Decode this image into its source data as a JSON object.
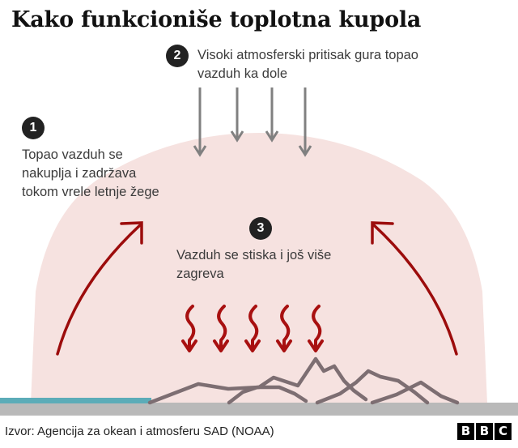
{
  "title": "Kako funkcioniše toplotna kupola",
  "callouts": [
    {
      "number": "1",
      "text": "Topao vazduh se nakuplja i zadržava tokom vrele letnje žege"
    },
    {
      "number": "2",
      "text": "Visoki atmosferski pritisak gura topao vazduh ka dole"
    },
    {
      "number": "3",
      "text": "Vazduh se stiska i još više zagreva"
    }
  ],
  "footer": {
    "source": "Izvor: Agencija za okean i atmosferu SAD (NOAA)",
    "logo": {
      "b1": "B",
      "b2": "B",
      "c": "C"
    }
  },
  "colors": {
    "dome_fill": "#f6e2e0",
    "pressure_arrow": "#808080",
    "heat_arrow": "#a81010",
    "curved_arrow": "#9c0c0c",
    "mountain": "#7d6e72",
    "ground": "#b9b9b9",
    "water": "#5cacb8",
    "badge": "#222222",
    "text": "#3b3b3b"
  },
  "graphics": {
    "dome_label": "heat-dome-shape",
    "pressure_arrows_count": 4,
    "heat_squiggle_arrows_count": 5,
    "curved_arrows_count": 2
  }
}
